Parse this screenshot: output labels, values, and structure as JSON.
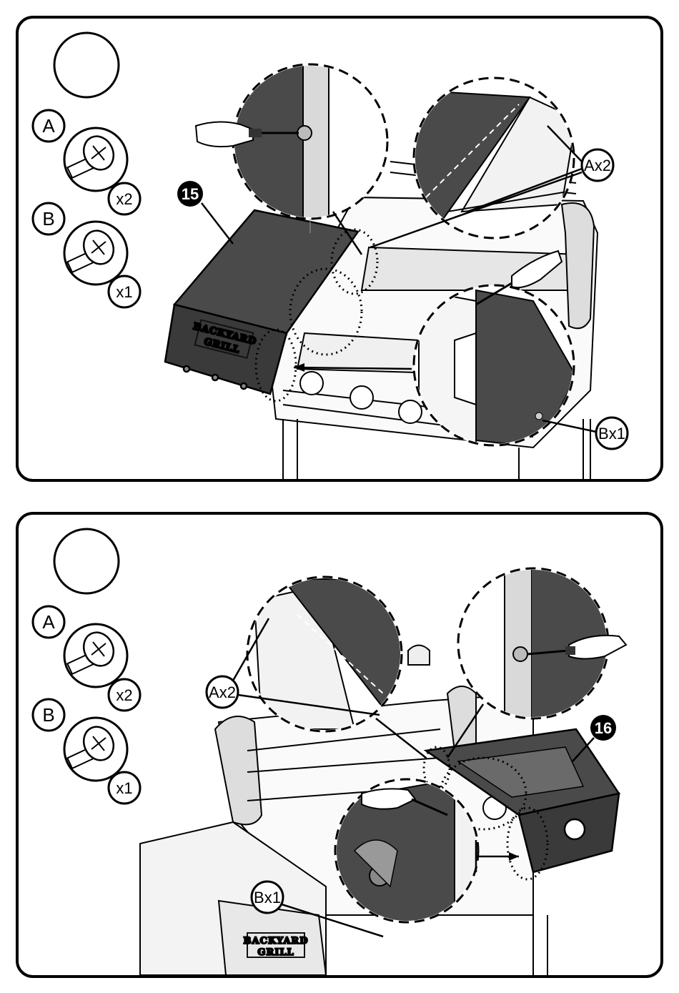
{
  "panels": [
    {
      "step_number": "",
      "parts": [
        {
          "letter": "A",
          "qty": "x2"
        },
        {
          "letter": "B",
          "qty": "x1"
        }
      ],
      "part_badge": "15",
      "callouts": {
        "a": "Ax2",
        "b": "Bx1"
      },
      "logo": {
        "line1": "BACKYARD",
        "line2": "GRILL"
      }
    },
    {
      "step_number": "",
      "parts": [
        {
          "letter": "A",
          "qty": "x2"
        },
        {
          "letter": "B",
          "qty": "x1"
        }
      ],
      "part_badge": "16",
      "callouts": {
        "a": "Ax2",
        "b": "Bx1"
      },
      "logo": {
        "line1": "BACKYARD",
        "line2": "GRILL"
      }
    }
  ],
  "colors": {
    "shelf": "#4a4a4a",
    "shelf_dark": "#2e2e2e",
    "metal": "#e6e6e6",
    "line": "#000000"
  }
}
